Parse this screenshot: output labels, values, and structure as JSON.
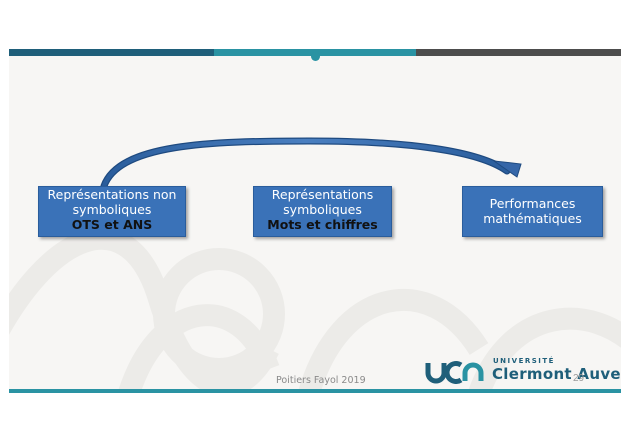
{
  "boxes": [
    {
      "line1": "Représentations non",
      "line2": "symboliques",
      "line3": "OTS et ANS"
    },
    {
      "line1": "Représentations",
      "line2": "symboliques",
      "line3": "Mots et chiffres"
    },
    {
      "line1": "Performances",
      "line2": "mathématiques"
    }
  ],
  "footer": {
    "text": "Poitiers Fayol 2019",
    "page": "29"
  },
  "logo": {
    "small": "UNIVERSITÉ",
    "name": "Clermont Auvergne",
    "mark": "UCA"
  },
  "colors": {
    "box": "#3a72b8",
    "arrow": "#2e5d9e",
    "teal": "#2a93a3",
    "dark_teal": "#1f5f7a"
  }
}
